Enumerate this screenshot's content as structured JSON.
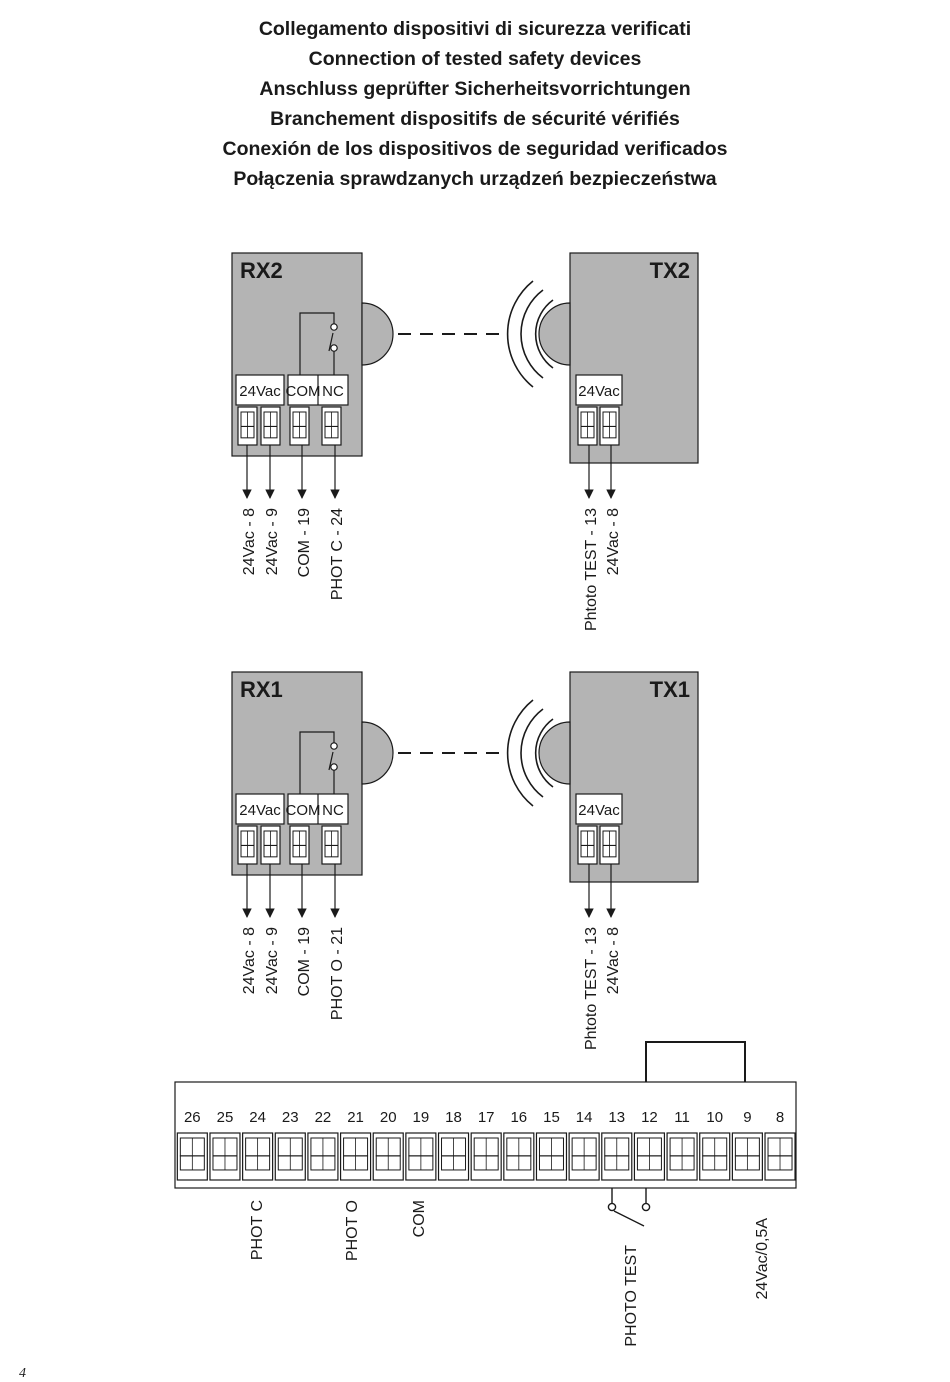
{
  "titles": [
    "Collegamento dispositivi di sicurezza verificati",
    "Connection of tested safety devices",
    "Anschluss geprüfter Sicherheitsvorrichtungen",
    "Branchement dispositifs de sécurité vérifiés",
    "Conexión de los dispositivos de seguridad verificados",
    "Połączenia sprawdzanych urządzeń bezpieczeństwa"
  ],
  "pair2": {
    "rx_name": "RX2",
    "tx_name": "TX2",
    "rx_terminals": [
      "24Vac",
      "COM",
      "NC"
    ],
    "tx_terminal": "24Vac",
    "rx_wires": [
      "24Vac -  8",
      "24Vac -  9",
      "COM - 19",
      "PHOT  C - 24"
    ],
    "tx_wires": [
      "Phtoto TEST - 13",
      "24Vac -  8"
    ]
  },
  "pair1": {
    "rx_name": "RX1",
    "tx_name": "TX1",
    "rx_terminals": [
      "24Vac",
      "COM",
      "NC"
    ],
    "tx_terminal": "24Vac",
    "rx_wires": [
      "24Vac -  8",
      "24Vac -  9",
      "COM - 19",
      "PHOT O - 21"
    ],
    "tx_wires": [
      "Phtoto TEST - 13",
      "24Vac -  8"
    ]
  },
  "board": {
    "numbers": [
      "26",
      "25",
      "24",
      "23",
      "22",
      "21",
      "20",
      "19",
      "18",
      "17",
      "16",
      "15",
      "14",
      "13",
      "12",
      "11",
      "10",
      "9",
      "8"
    ],
    "labels": {
      "phot_c": "PHOT C",
      "phot_o": "PHOT O",
      "com": "COM",
      "photo_test": "PHOTO TEST",
      "power": "24Vac/0,5A"
    }
  },
  "page_number": "4",
  "colors": {
    "device_fill": "#b4b4b4",
    "ink": "#1a1a1a",
    "board_fill": "#ffffff"
  }
}
